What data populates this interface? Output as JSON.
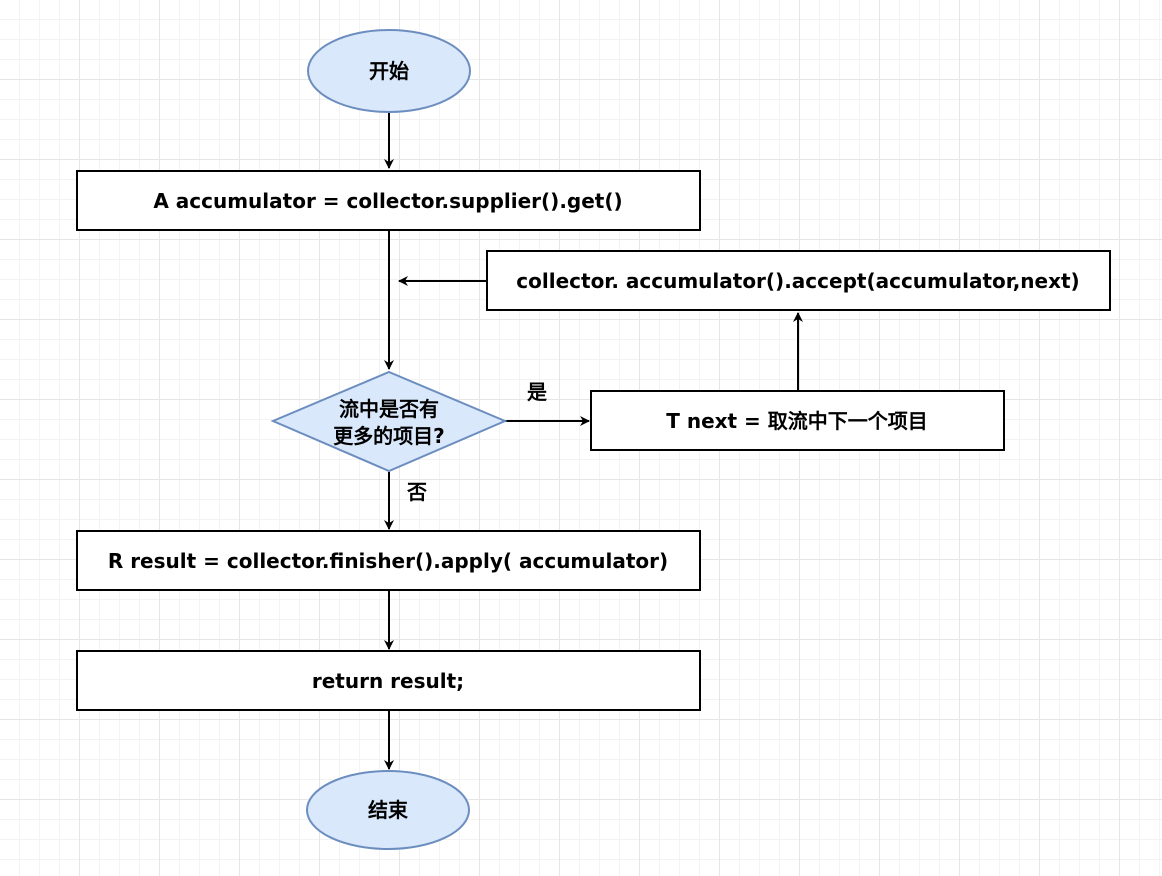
{
  "nodes": {
    "start": "开始",
    "init": "A accumulator = collector.supplier().get()",
    "accumulate": "collector. accumulator().accept(accumulator,next)",
    "decision_line1": "流中是否有",
    "decision_line2": "更多的项目?",
    "next": "T next = 取流中下一个项目",
    "finish": "R result = collector.finisher().apply( accumulator)",
    "return": "return result;",
    "end": "结束"
  },
  "edges": {
    "yes_label": "是",
    "no_label": "否"
  },
  "colors": {
    "terminal_fill": "#dae8fc",
    "terminal_stroke": "#6c8ebf",
    "process_fill": "#ffffff",
    "process_stroke": "#000000",
    "grid": "#e6e6e6"
  }
}
